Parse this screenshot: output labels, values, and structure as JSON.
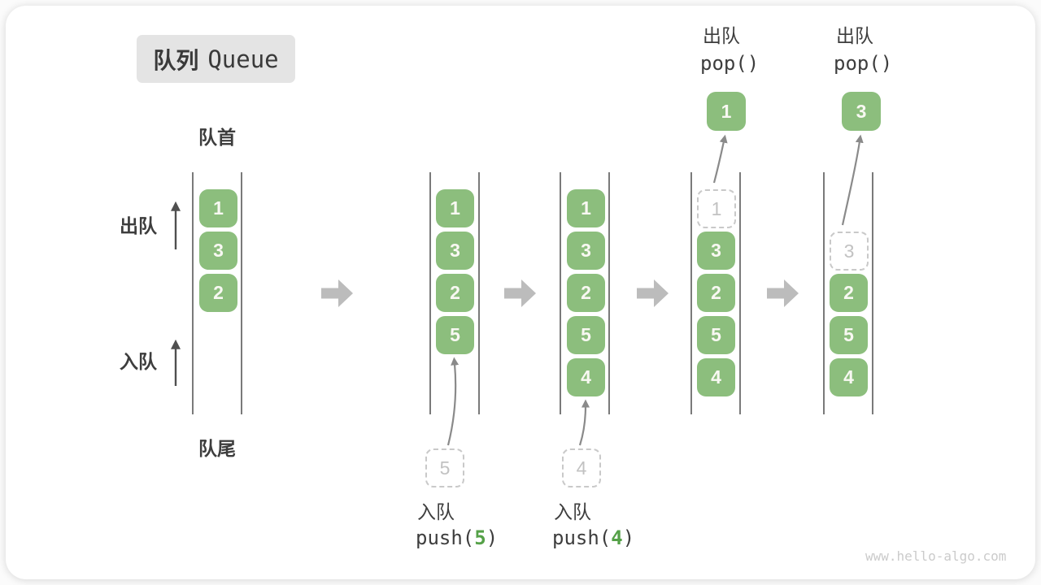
{
  "title": {
    "zh": "队列",
    "en": "Queue"
  },
  "side_labels": {
    "front": "队首",
    "rear": "队尾",
    "dequeue": "出队",
    "enqueue": "入队"
  },
  "watermark": "www.hello-algo.com",
  "colors": {
    "box-green": "#8cbe7d",
    "code-green": "#55a148",
    "block-arrow": "#bcbcbc",
    "title-bg": "#e4e4e4",
    "line-dark": "#4f4f4f",
    "curve-arrow": "#8a8a8a",
    "ghost-border": "#c9c9c9",
    "ghost-text": "#c2c2c2",
    "text-dark": "#3d3d3d",
    "watermark-gray": "#cbcbcb"
  },
  "states": [
    {
      "cells": [
        {
          "value": "1"
        },
        {
          "value": "3"
        },
        {
          "value": "2"
        }
      ]
    },
    {
      "cells": [
        {
          "value": "1"
        },
        {
          "value": "3"
        },
        {
          "value": "2"
        },
        {
          "value": "5"
        }
      ],
      "staging": {
        "value": "5"
      },
      "op": {
        "label": "入队",
        "fn": "push(",
        "arg": "5",
        "close": ")"
      }
    },
    {
      "cells": [
        {
          "value": "1"
        },
        {
          "value": "3"
        },
        {
          "value": "2"
        },
        {
          "value": "5"
        },
        {
          "value": "4"
        }
      ],
      "staging": {
        "value": "4"
      },
      "op": {
        "label": "入队",
        "fn": "push(",
        "arg": "4",
        "close": ")"
      }
    },
    {
      "ghost": {
        "value": "1"
      },
      "cells": [
        {
          "value": "3"
        },
        {
          "value": "2"
        },
        {
          "value": "5"
        },
        {
          "value": "4"
        }
      ],
      "popped": {
        "value": "1"
      },
      "op": {
        "label": "出队",
        "code": "pop()"
      }
    },
    {
      "ghost": {
        "value": "3"
      },
      "cells": [
        {
          "value": "2"
        },
        {
          "value": "5"
        },
        {
          "value": "4"
        }
      ],
      "popped": {
        "value": "3"
      },
      "op": {
        "label": "出队",
        "code": "pop()"
      }
    }
  ]
}
